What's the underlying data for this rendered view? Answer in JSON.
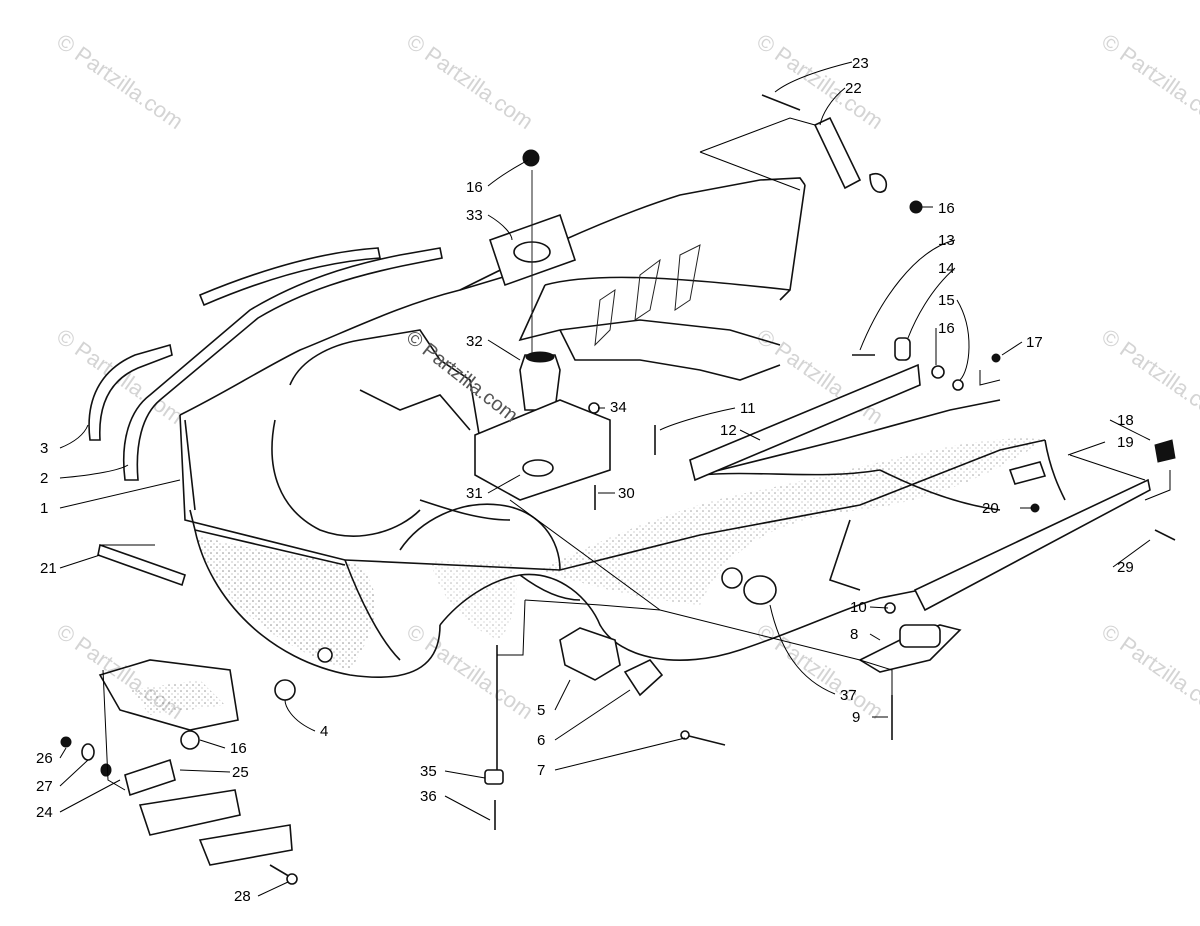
{
  "watermark": {
    "text": "© Partzilla.com",
    "center_text": "© Partzilla.com"
  },
  "callouts": [
    {
      "id": "c1",
      "label": "1"
    },
    {
      "id": "c2",
      "label": "2"
    },
    {
      "id": "c3",
      "label": "3"
    },
    {
      "id": "c4",
      "label": "4"
    },
    {
      "id": "c5",
      "label": "5"
    },
    {
      "id": "c6",
      "label": "6"
    },
    {
      "id": "c7",
      "label": "7"
    },
    {
      "id": "c8",
      "label": "8"
    },
    {
      "id": "c9",
      "label": "9"
    },
    {
      "id": "c10",
      "label": "10"
    },
    {
      "id": "c11",
      "label": "11"
    },
    {
      "id": "c12",
      "label": "12"
    },
    {
      "id": "c13",
      "label": "13"
    },
    {
      "id": "c14",
      "label": "14"
    },
    {
      "id": "c15",
      "label": "15"
    },
    {
      "id": "c16a",
      "label": "16"
    },
    {
      "id": "c16b",
      "label": "16"
    },
    {
      "id": "c16c",
      "label": "16"
    },
    {
      "id": "c16d",
      "label": "16"
    },
    {
      "id": "c17",
      "label": "17"
    },
    {
      "id": "c18",
      "label": "18"
    },
    {
      "id": "c19",
      "label": "19"
    },
    {
      "id": "c20",
      "label": "20"
    },
    {
      "id": "c21",
      "label": "21"
    },
    {
      "id": "c22",
      "label": "22"
    },
    {
      "id": "c23",
      "label": "23"
    },
    {
      "id": "c24",
      "label": "24"
    },
    {
      "id": "c25",
      "label": "25"
    },
    {
      "id": "c26",
      "label": "26"
    },
    {
      "id": "c27",
      "label": "27"
    },
    {
      "id": "c28",
      "label": "28"
    },
    {
      "id": "c29",
      "label": "29"
    },
    {
      "id": "c30",
      "label": "30"
    },
    {
      "id": "c31",
      "label": "31"
    },
    {
      "id": "c32",
      "label": "32"
    },
    {
      "id": "c33",
      "label": "33"
    },
    {
      "id": "c34",
      "label": "34"
    },
    {
      "id": "c35",
      "label": "35"
    },
    {
      "id": "c36",
      "label": "36"
    },
    {
      "id": "c37",
      "label": "37"
    }
  ],
  "colors": {
    "ink": "#111111",
    "watermark": "#d4d4d4",
    "background": "#ffffff"
  }
}
